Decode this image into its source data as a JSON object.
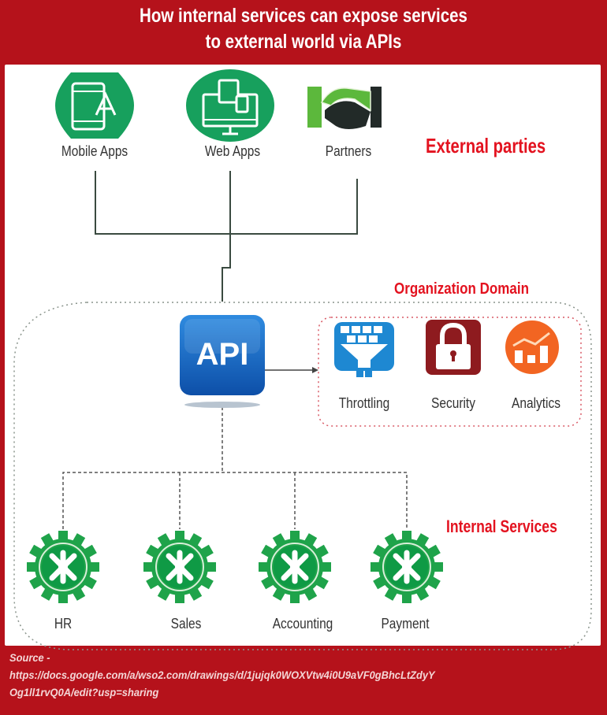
{
  "title": {
    "line1": "How internal services can expose services",
    "line2": "to external world via APIs"
  },
  "sections": {
    "external": "External parties",
    "organization": "Organization Domain",
    "internal": "Internal Services"
  },
  "external_parties": [
    {
      "label": "Mobile Apps",
      "icon": "mobile-app-icon",
      "color": "#17a05d"
    },
    {
      "label": "Web Apps",
      "icon": "web-devices-icon",
      "color": "#17a05d"
    },
    {
      "label": "Partners",
      "icon": "handshake-icon",
      "color": "#5cb83c"
    }
  ],
  "api": {
    "label": "API",
    "color": "#1565c0"
  },
  "gateway_features": [
    {
      "label": "Throttling",
      "icon": "funnel-icon",
      "color": "#1e88d2"
    },
    {
      "label": "Security",
      "icon": "padlock-icon",
      "color": "#8e1b1f"
    },
    {
      "label": "Analytics",
      "icon": "chart-icon",
      "color": "#f26522"
    }
  ],
  "internal_services": [
    {
      "label": "HR",
      "icon": "gear-wrench-icon"
    },
    {
      "label": "Sales",
      "icon": "gear-wrench-icon"
    },
    {
      "label": "Accounting",
      "icon": "gear-wrench-icon"
    },
    {
      "label": "Payment",
      "icon": "gear-wrench-icon"
    }
  ],
  "colors": {
    "brand_red": "#b5121b",
    "section_red": "#e3121f",
    "service_green": "#1fa34a"
  },
  "footer": {
    "source_label": "Source -",
    "url_line1": "https://docs.google.com/a/wso2.com/drawings/d/1jujqk0WOXVtw4i0U9aVF0gBhcLtZdyY",
    "url_line2": "Og1ll1rvQ0A/edit?usp=sharing"
  }
}
